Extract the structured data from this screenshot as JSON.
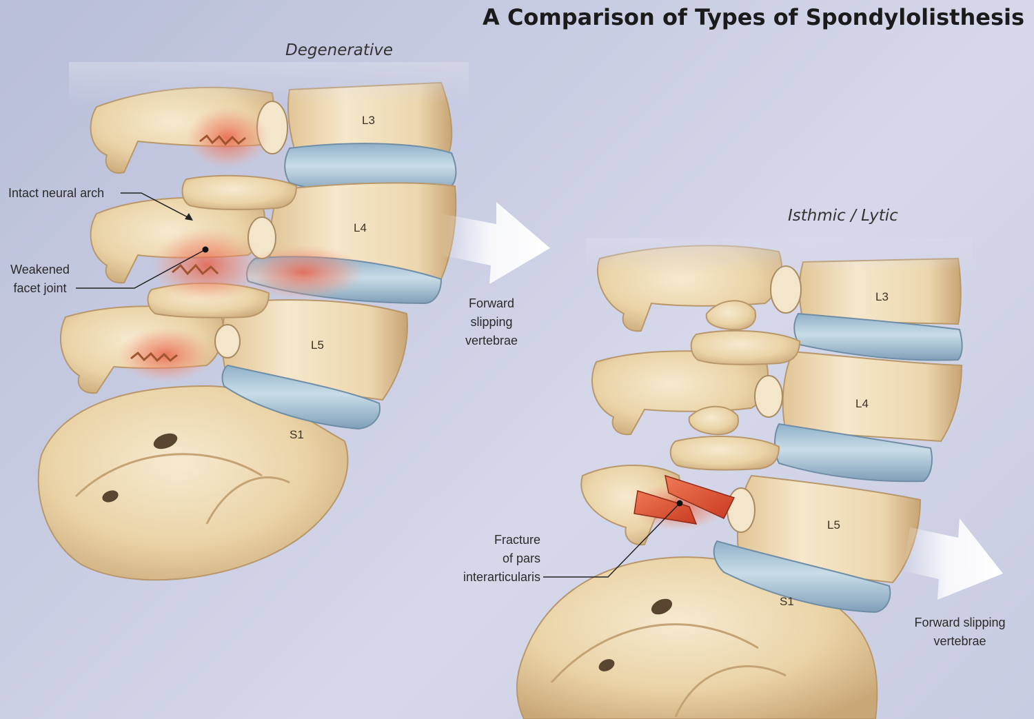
{
  "title": "A Comparison of Types of Spondylolisthesis",
  "panels": {
    "degenerative": {
      "subtitle": "Degenerative",
      "vertebrae": {
        "l3": "L3",
        "l4": "L4",
        "l5": "L5",
        "s1": "S1"
      },
      "labels": {
        "neural_arch": "Intact neural arch",
        "facet_line1": "Weakened",
        "facet_line2": "facet joint"
      },
      "arrow_label": [
        "Forward",
        "slipping",
        "vertebrae"
      ]
    },
    "isthmic": {
      "subtitle": "Isthmic / Lytic",
      "vertebrae": {
        "l3": "L3",
        "l4": "L4",
        "l5": "L5",
        "s1": "S1"
      },
      "labels": {
        "fracture_line1": "Fracture",
        "fracture_line2": "of pars",
        "fracture_line3": "interarticularis"
      },
      "arrow_label": [
        "Forward slipping",
        "vertebrae"
      ]
    }
  },
  "colors": {
    "background": "#c9cde3",
    "bone": "#ecd9b0",
    "bone_shade": "#c9a878",
    "disc": "#a8c4d8",
    "inflammation": "#e8705a"
  }
}
